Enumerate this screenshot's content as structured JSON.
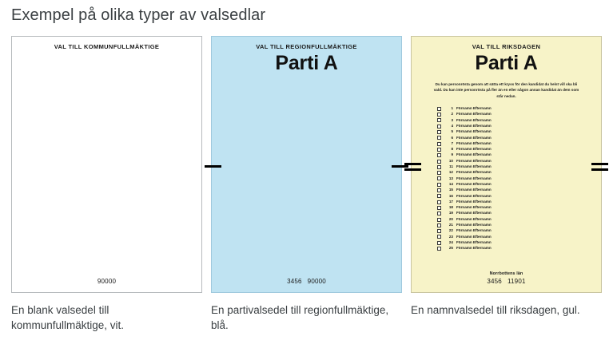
{
  "page": {
    "title": "Exempel på olika typer av valsedlar"
  },
  "ballots": [
    {
      "id": "kommunfullmaktige",
      "kind": "blank",
      "color_name": "vit",
      "color_hex": "#ffffff",
      "heading": "VAL TILL KOMMUNFULLMÄKTIGE",
      "party": "",
      "instructions": "",
      "region_label": "",
      "code_left": "",
      "code_right": "90000",
      "tick_marks": "none",
      "candidates": [],
      "caption": "En blank valsedel till kommunfullmäktige, vit."
    },
    {
      "id": "regionfullmaktige",
      "kind": "partivalsedel",
      "color_name": "blå",
      "color_hex": "#bfe3f2",
      "heading": "VAL TILL REGIONFULLMÄKTIGE",
      "party": "Parti A",
      "instructions": "",
      "region_label": "",
      "code_left": "3456",
      "code_right": "90000",
      "tick_marks": "single",
      "candidates": [],
      "caption": "En partivalsedel till regionfullmäktige, blå."
    },
    {
      "id": "riksdagen",
      "kind": "namnvalsedel",
      "color_name": "gul",
      "color_hex": "#f7f3c8",
      "heading": "VAL TILL RIKSDAGEN",
      "party": "Parti A",
      "instructions": "Du kan personrösta genom att sätta ett kryss för den kandidat du helst vill ska bli vald. Du kan inte personrösta på fler än en eller någon annan kandidat än dem som står nedan.",
      "region_label": "Norrbottens län",
      "code_left": "3456",
      "code_right": "11901",
      "tick_marks": "double",
      "candidate_name_placeholder": "Förnamn Efternamn",
      "candidates": [
        {
          "number": "1",
          "name": "Förnamn Efternamn"
        },
        {
          "number": "2",
          "name": "Förnamn Efternamn"
        },
        {
          "number": "3",
          "name": "Förnamn Efternamn"
        },
        {
          "number": "4",
          "name": "Förnamn Efternamn"
        },
        {
          "number": "5",
          "name": "Förnamn Efternamn"
        },
        {
          "number": "6",
          "name": "Förnamn Efternamn"
        },
        {
          "number": "7",
          "name": "Förnamn Efternamn"
        },
        {
          "number": "8",
          "name": "Förnamn Efternamn"
        },
        {
          "number": "9",
          "name": "Förnamn Efternamn"
        },
        {
          "number": "10",
          "name": "Förnamn Efternamn"
        },
        {
          "number": "11",
          "name": "Förnamn Efternamn"
        },
        {
          "number": "12",
          "name": "Förnamn Efternamn"
        },
        {
          "number": "13",
          "name": "Förnamn Efternamn"
        },
        {
          "number": "14",
          "name": "Förnamn Efternamn"
        },
        {
          "number": "15",
          "name": "Förnamn Efternamn"
        },
        {
          "number": "16",
          "name": "Förnamn Efternamn"
        },
        {
          "number": "17",
          "name": "Förnamn Efternamn"
        },
        {
          "number": "18",
          "name": "Förnamn Efternamn"
        },
        {
          "number": "19",
          "name": "Förnamn Efternamn"
        },
        {
          "number": "20",
          "name": "Förnamn Efternamn"
        },
        {
          "number": "21",
          "name": "Förnamn Efternamn"
        },
        {
          "number": "22",
          "name": "Förnamn Efternamn"
        },
        {
          "number": "23",
          "name": "Förnamn Efternamn"
        },
        {
          "number": "24",
          "name": "Förnamn Efternamn"
        },
        {
          "number": "25",
          "name": "Förnamn Efternamn"
        }
      ],
      "caption": "En namnvalsedel till riksdagen, gul."
    }
  ]
}
